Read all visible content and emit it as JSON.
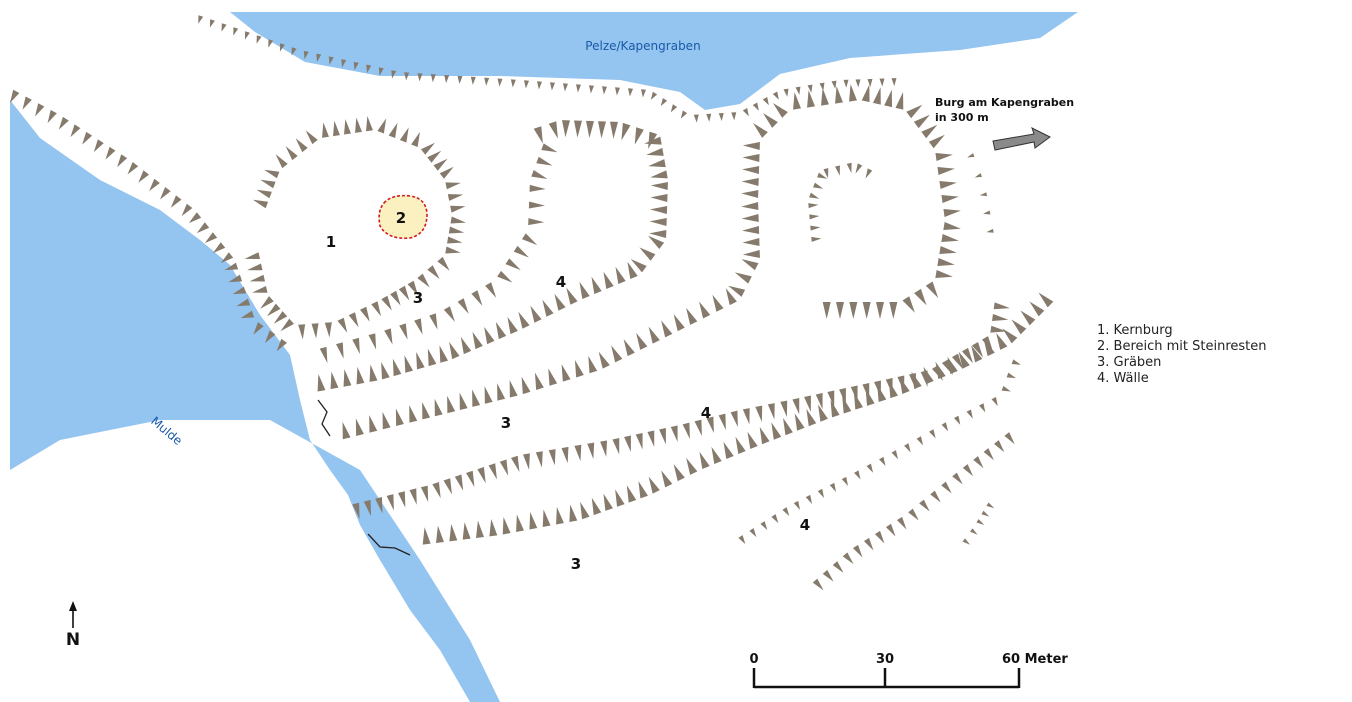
{
  "map": {
    "water": {
      "river_name": "Mulde",
      "stream_name": "Pelze/Kapengraben"
    },
    "site_numbers": {
      "kernburg": "1",
      "stone_area": "2",
      "moat_inner": "3",
      "moat_middle": "3",
      "moat_outer": "3",
      "rampart_inner": "4",
      "rampart_middle": "4",
      "rampart_outer": "4"
    },
    "direction_note": {
      "line1": "Burg am Kapengraben",
      "line2": "in 300 m"
    },
    "north_label": "N",
    "scale_bar": {
      "tick_0": "0",
      "tick_30": "30",
      "tick_60": "60 Meter"
    },
    "colors": {
      "water": "#94c4f0",
      "hachure": "#857a6b",
      "stone_area_fill": "#fbf0c0",
      "stone_area_outline": "#d21c1c"
    }
  },
  "legend": {
    "items": [
      "1. Kernburg",
      "2. Bereich mit Steinresten",
      "3. Gräben",
      "4. Wälle"
    ]
  }
}
